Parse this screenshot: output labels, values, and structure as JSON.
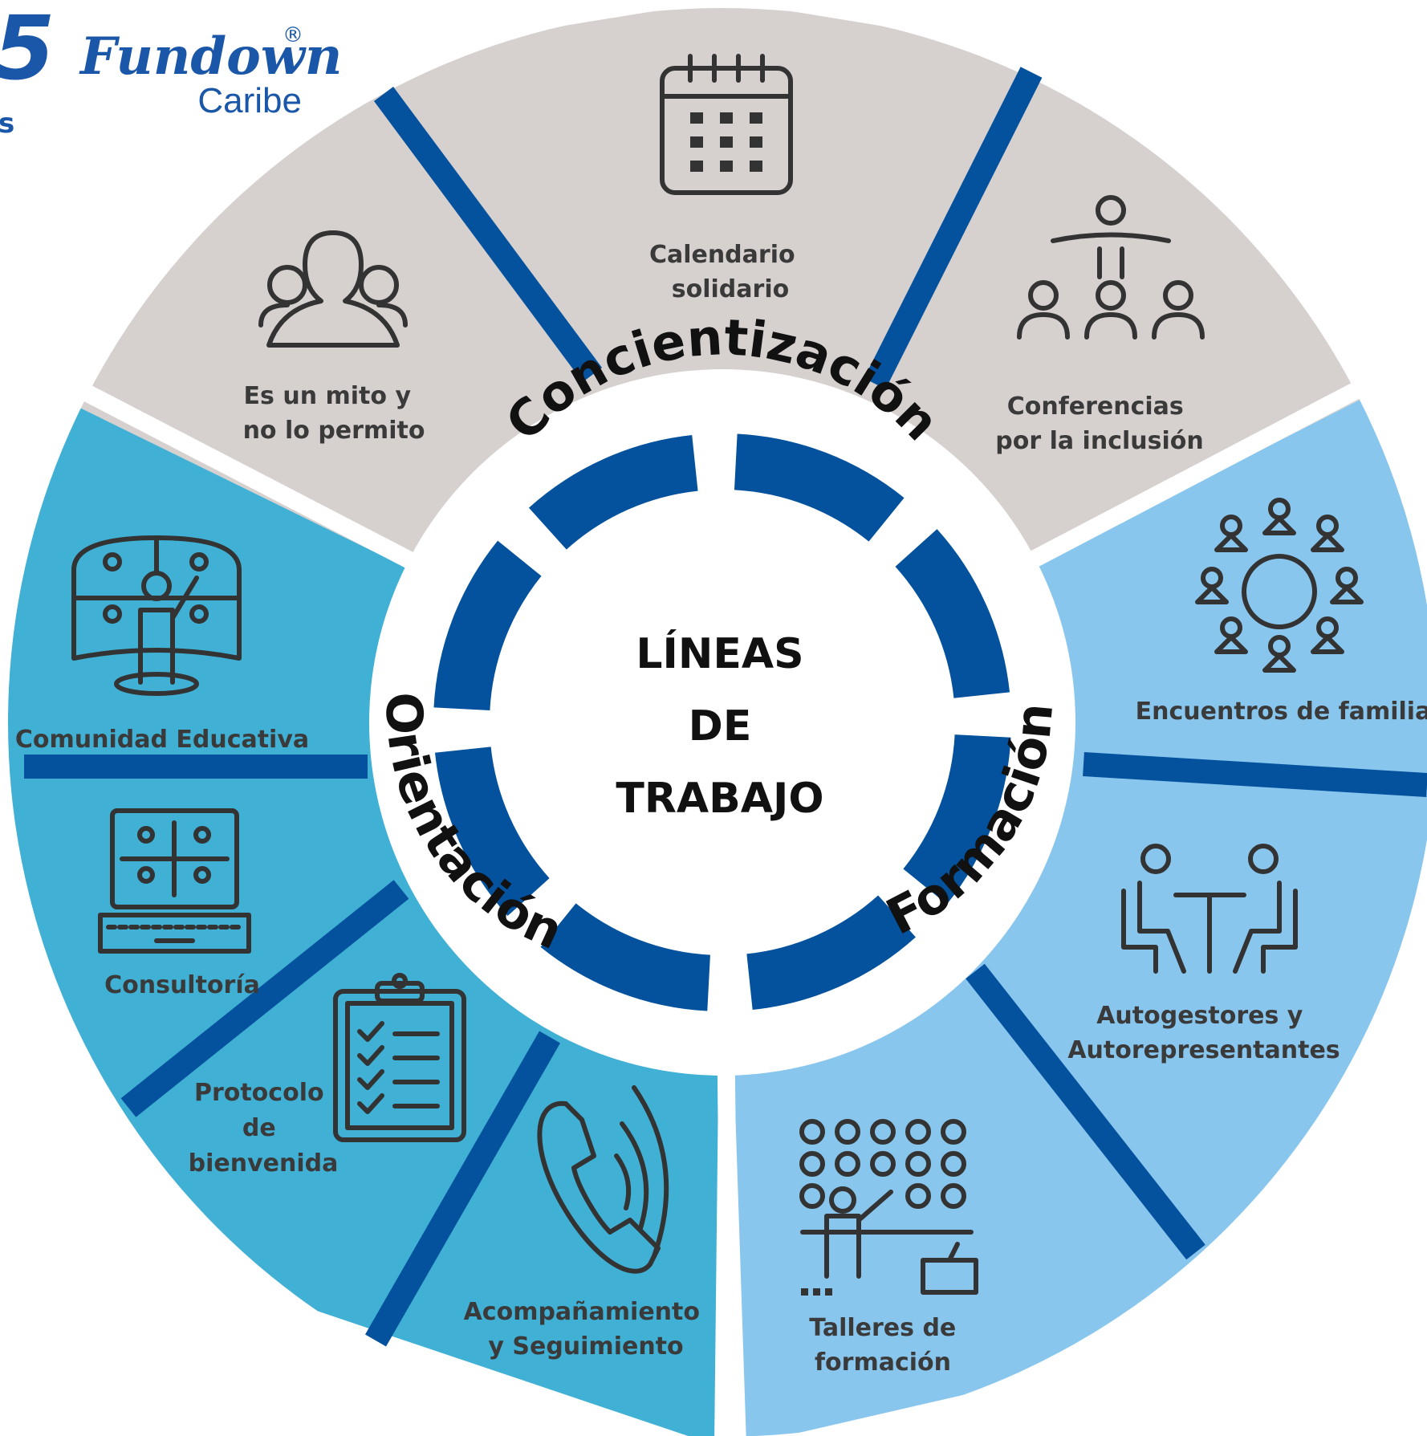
{
  "logo": {
    "name": "Fundown",
    "registered": "®",
    "region": "Caribe",
    "number": "5",
    "fragment": "s"
  },
  "center": {
    "line1": "LÍNEAS",
    "line2": "DE",
    "line3": "TRABAJO"
  },
  "ring_labels": {
    "top": "Concientización",
    "left": "Orientación",
    "right": "Formación"
  },
  "colors": {
    "concientizacion": "#d6d0cf",
    "orientacion": "#40b0d5",
    "formacion": "#88c6ee",
    "divider": "#04529e",
    "inner_ring": "#04529e"
  },
  "segments": [
    {
      "group": "concientizacion",
      "icon": "calendar-icon",
      "label": [
        "Calendario",
        "solidario"
      ]
    },
    {
      "group": "concientizacion",
      "icon": "speaker-audience-icon",
      "label": [
        "Conferencias",
        "por la inclusión"
      ]
    },
    {
      "group": "concientizacion",
      "icon": "people-group-icon",
      "label": [
        "Es un mito y",
        "no lo permito"
      ]
    },
    {
      "group": "formacion",
      "icon": "family-circle-icon",
      "label": [
        "Encuentros de familia"
      ]
    },
    {
      "group": "formacion",
      "icon": "meeting-table-icon",
      "label": [
        "Autogestores y",
        "Autorepresentantes"
      ]
    },
    {
      "group": "formacion",
      "icon": "classroom-icon",
      "label": [
        "Talleres de",
        "formación"
      ]
    },
    {
      "group": "orientacion",
      "icon": "presenter-screens-icon",
      "label": [
        "Comunidad Educativa"
      ]
    },
    {
      "group": "orientacion",
      "icon": "video-call-laptop-icon",
      "label": [
        "Consultoría"
      ]
    },
    {
      "group": "orientacion",
      "icon": "clipboard-checklist-icon",
      "label": [
        "Protocolo",
        "de",
        "bienvenida"
      ]
    },
    {
      "group": "orientacion",
      "icon": "phone-icon",
      "label": [
        "Acompañamiento",
        "y Seguimiento"
      ]
    }
  ]
}
